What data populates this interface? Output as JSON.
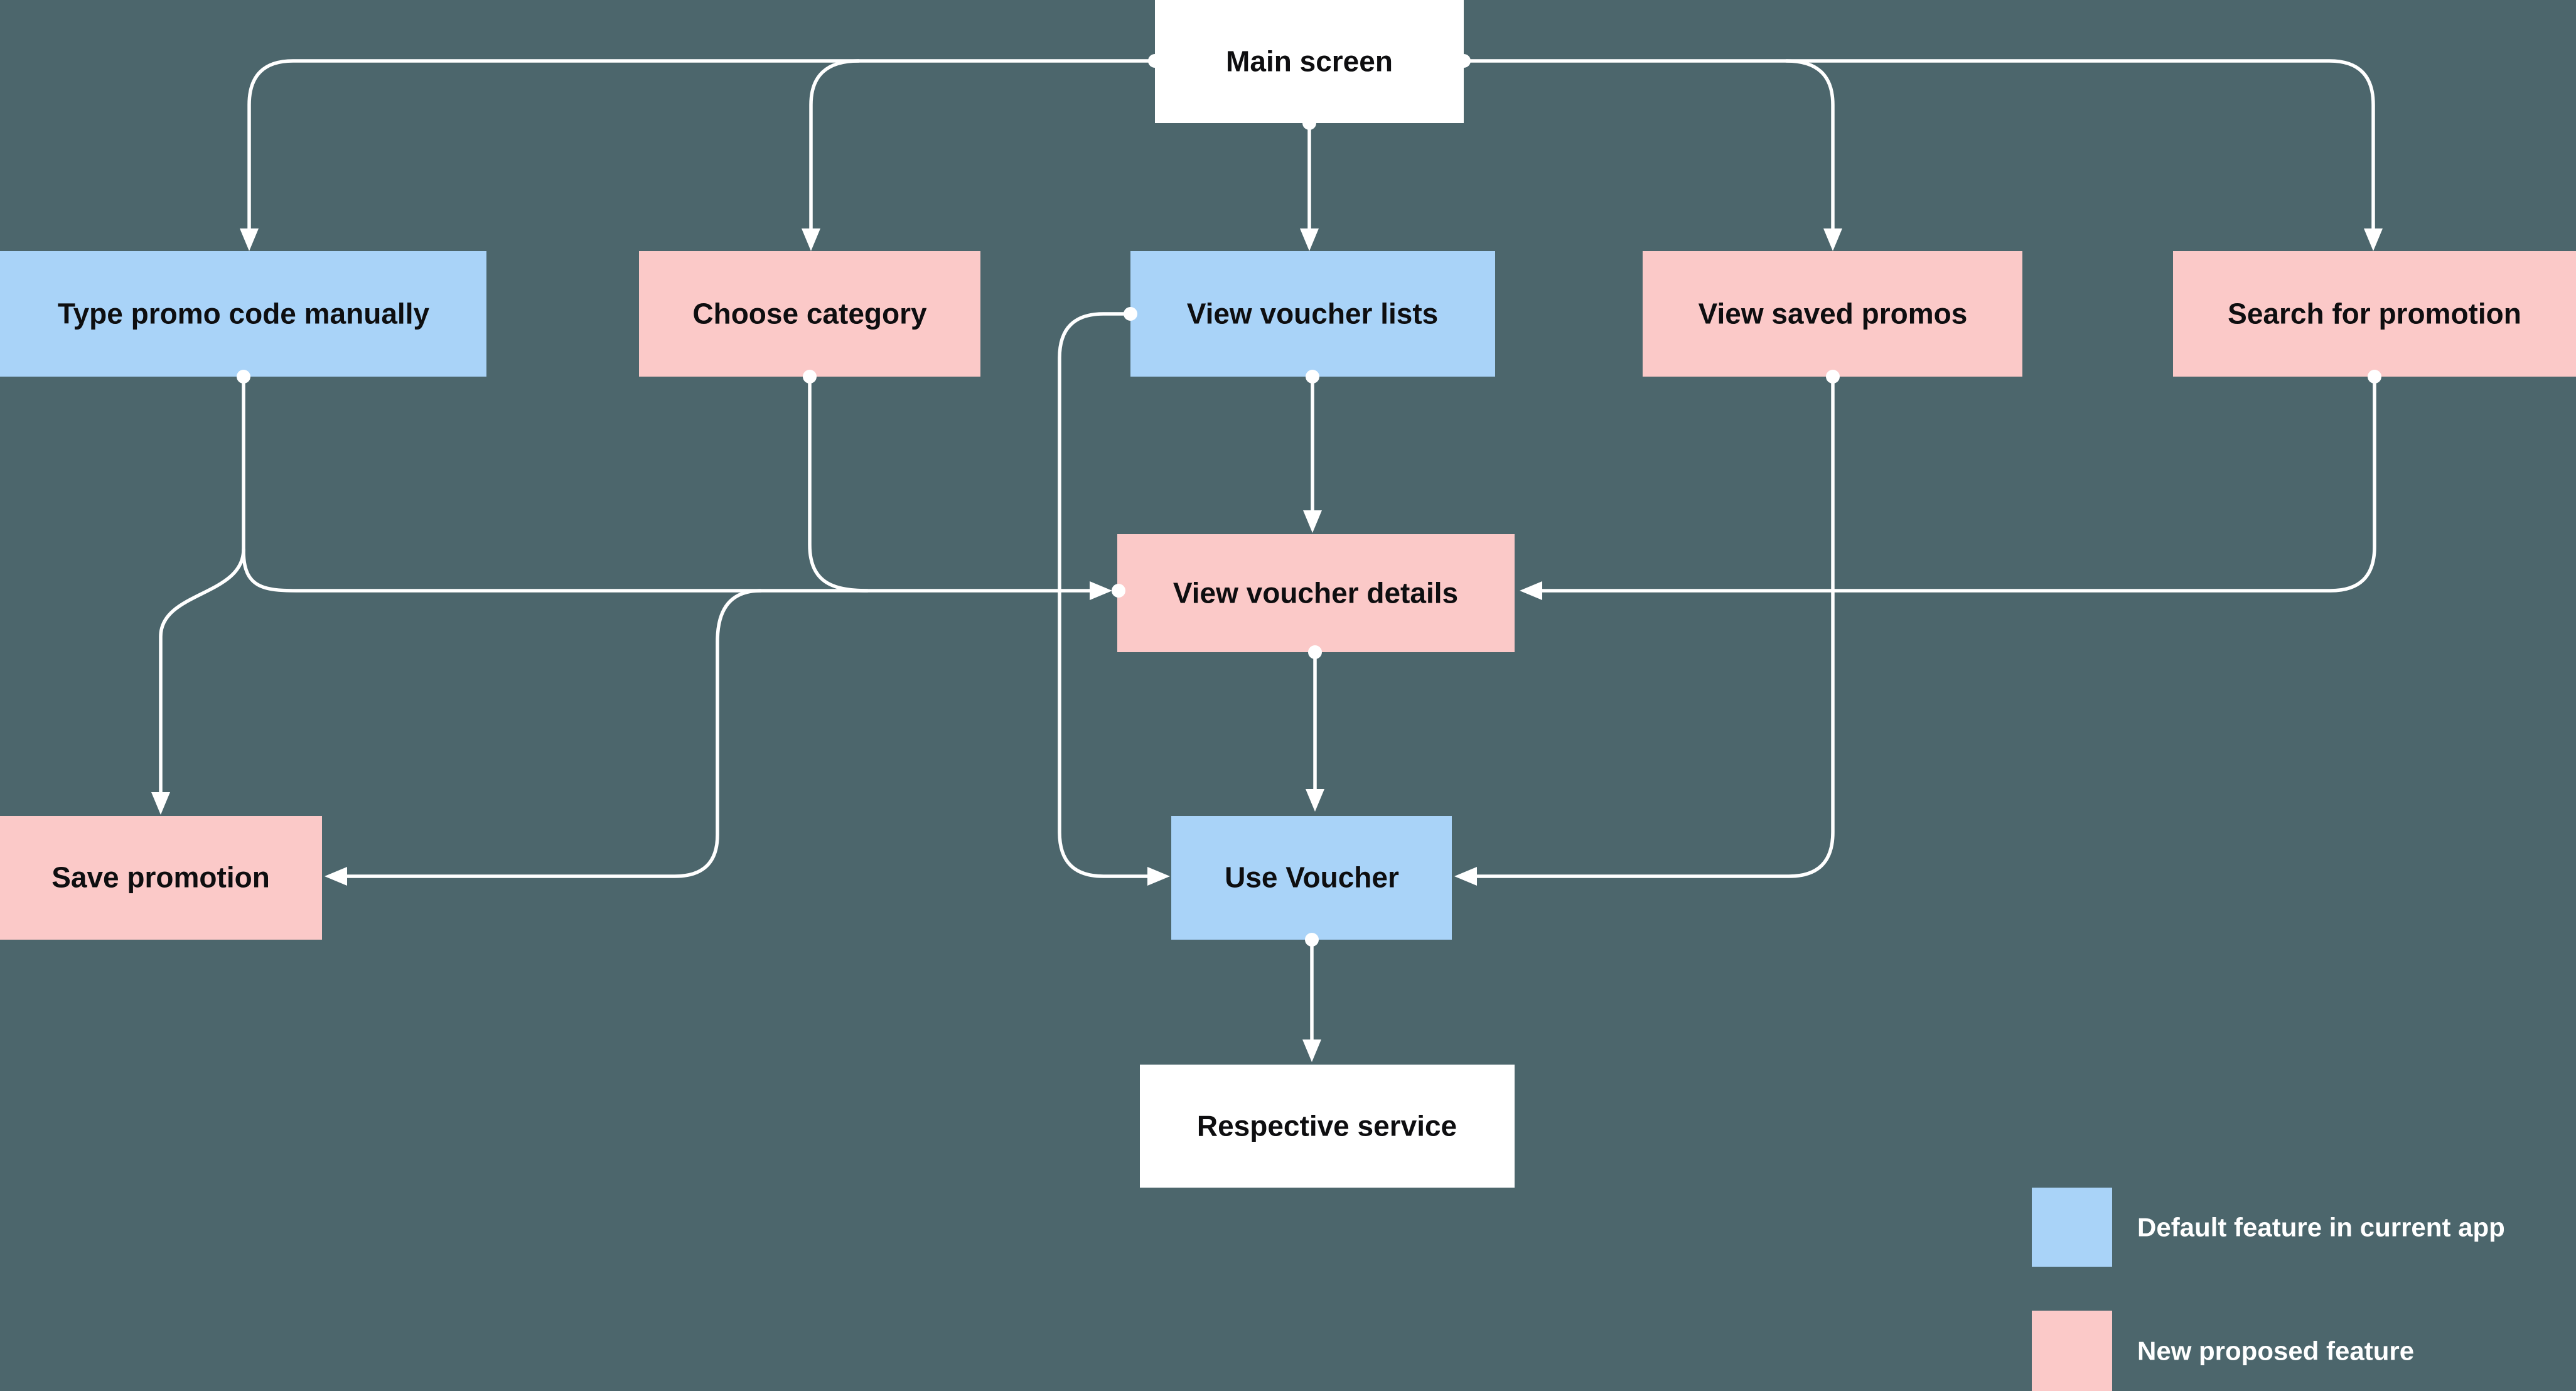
{
  "colors": {
    "bg": "#4C666C",
    "default": "#A9D3F8",
    "proposed": "#FBC9C8",
    "neutral": "#FFFFFF",
    "line": "#FFFFFF",
    "text": "#0E0E10",
    "legend_text": "#FFFFFF"
  },
  "nodes": {
    "main_screen": {
      "label": "Main screen",
      "type": "neutral"
    },
    "type_promo_code": {
      "label": "Type promo code manually",
      "type": "default"
    },
    "choose_category": {
      "label": "Choose category",
      "type": "proposed"
    },
    "view_voucher_lists": {
      "label": "View voucher lists",
      "type": "default"
    },
    "view_saved_promos": {
      "label": "View saved promos",
      "type": "proposed"
    },
    "search_for_promotion": {
      "label": "Search for promotion",
      "type": "proposed"
    },
    "view_voucher_details": {
      "label": "View voucher details",
      "type": "proposed"
    },
    "save_promotion": {
      "label": "Save promotion",
      "type": "proposed"
    },
    "use_voucher": {
      "label": "Use Voucher",
      "type": "default"
    },
    "respective_service": {
      "label": "Respective service",
      "type": "neutral"
    }
  },
  "legend": {
    "items": [
      {
        "label": "Default feature in current app",
        "type": "default"
      },
      {
        "label": "New proposed feature",
        "type": "proposed"
      }
    ]
  }
}
